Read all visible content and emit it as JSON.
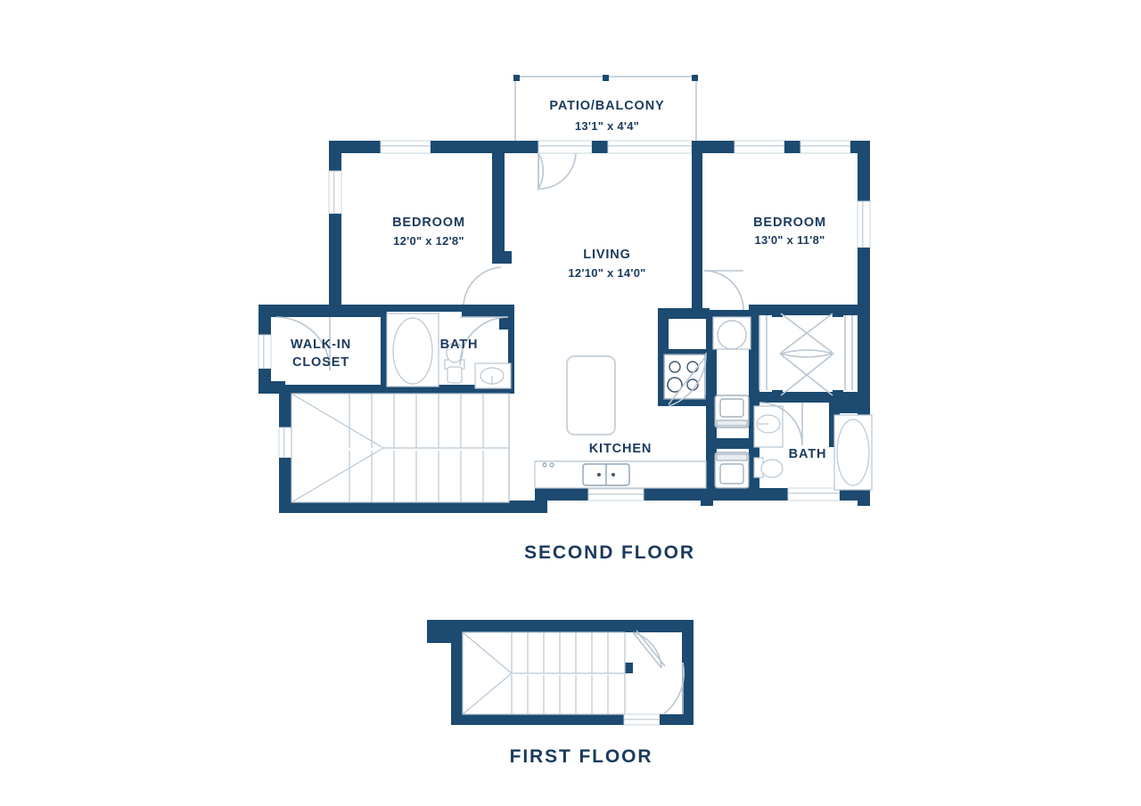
{
  "plan": {
    "wall_color": "#1c4a70",
    "wall_color_dark": "#163a59",
    "fixture_stroke": "#9fb3c4",
    "text_color": "#1b3a5c",
    "background": "#ffffff"
  },
  "second_floor": {
    "title": "SECOND FLOOR",
    "rooms": [
      {
        "id": "patio",
        "name": "PATIO/BALCONY",
        "dimensions": "13'1\" x 4'4\""
      },
      {
        "id": "bed_left",
        "name": "BEDROOM",
        "dimensions": "12'0\" x 12'8\""
      },
      {
        "id": "living",
        "name": "LIVING",
        "dimensions": "12'10\" x 14'0\""
      },
      {
        "id": "bed_right",
        "name": "BEDROOM",
        "dimensions": "13'0\" x 11'8\""
      },
      {
        "id": "closet",
        "name_line1": "WALK-IN",
        "name_line2": "CLOSET",
        "dimensions": ""
      },
      {
        "id": "bath_left",
        "name": "BATH",
        "dimensions": ""
      },
      {
        "id": "kitchen",
        "name": "KITCHEN",
        "dimensions": ""
      },
      {
        "id": "bath_right",
        "name": "BATH",
        "dimensions": ""
      }
    ],
    "fixtures": [
      "bathtub-oval-left",
      "toilet-left",
      "vanity-sink-left",
      "range-stove",
      "kitchen-sink-double",
      "kitchen-island",
      "water-heater-round",
      "washer",
      "dryer",
      "bathtub-oval-right",
      "toilet-right",
      "vanity-sink-right",
      "bifold-closet-doors",
      "staircase-winder"
    ]
  },
  "first_floor": {
    "title": "FIRST FLOOR",
    "fixtures": [
      "staircase-winder",
      "entry-door",
      "closet-under-stair"
    ]
  }
}
